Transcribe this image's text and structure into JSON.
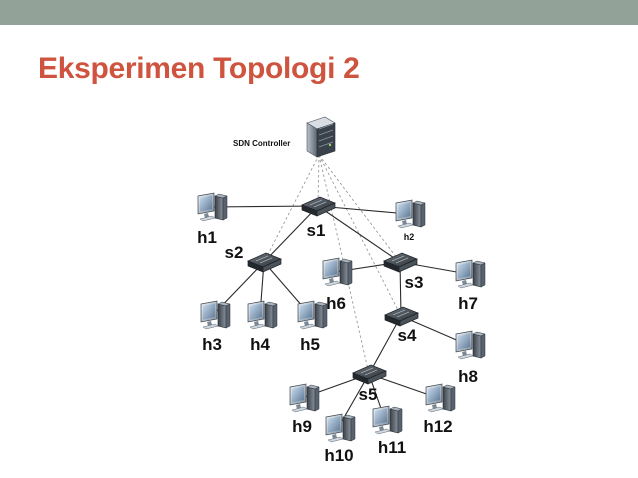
{
  "slide": {
    "title": "Eksperimen Topologi 2"
  },
  "colors": {
    "top_bar": "#93a299",
    "title": "#cf543f",
    "background": "#ffffff"
  },
  "diagram": {
    "controller": {
      "label": "SDN Controller",
      "icon": "server-icon"
    },
    "switches": [
      "s1",
      "s2",
      "s3",
      "s4",
      "s5"
    ],
    "hosts": [
      "h1",
      "h2",
      "h3",
      "h4",
      "h5",
      "h6",
      "h7",
      "h8",
      "h9",
      "h10",
      "h11",
      "h12"
    ],
    "links": [
      [
        "s1",
        "h1"
      ],
      [
        "s1",
        "h2"
      ],
      [
        "s1",
        "s2"
      ],
      [
        "s1",
        "s3"
      ],
      [
        "s2",
        "h3"
      ],
      [
        "s2",
        "h4"
      ],
      [
        "s2",
        "h5"
      ],
      [
        "s3",
        "h6"
      ],
      [
        "s3",
        "h7"
      ],
      [
        "s3",
        "s4"
      ],
      [
        "s4",
        "h8"
      ],
      [
        "s4",
        "s5"
      ],
      [
        "s5",
        "h9"
      ],
      [
        "s5",
        "h10"
      ],
      [
        "s5",
        "h11"
      ],
      [
        "s5",
        "h12"
      ]
    ],
    "control_links": [
      "s1",
      "s2",
      "s3",
      "s4",
      "s5"
    ]
  }
}
